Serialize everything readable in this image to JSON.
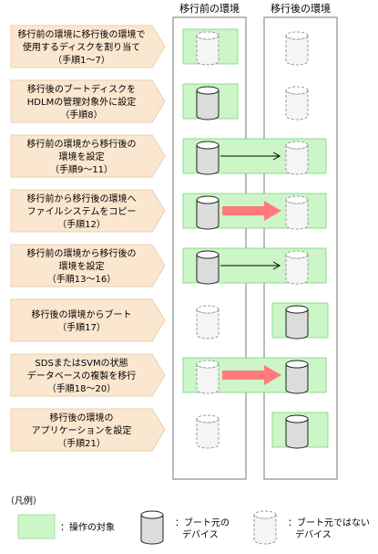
{
  "columns": {
    "before": "移行前の環境",
    "after": "移行後の環境"
  },
  "steps": [
    {
      "lines": [
        "移行前の環境に移行後の環境で",
        "使用するディスクを割り当て",
        "（手順1～7）"
      ],
      "before": {
        "highlight": true,
        "disk": "dashed"
      },
      "after": {
        "highlight": false,
        "disk": "dashed"
      },
      "arrow": "none"
    },
    {
      "lines": [
        "移行後のブートディスクを",
        "HDLMの管理対象外に設定",
        "（手順8）"
      ],
      "before": {
        "highlight": true,
        "disk": "solid"
      },
      "after": {
        "highlight": false,
        "disk": "dashed"
      },
      "arrow": "none"
    },
    {
      "lines": [
        "移行前の環境から移行後の",
        "環境を設定",
        "（手順9～11）"
      ],
      "before": {
        "highlight": true,
        "disk": "solid"
      },
      "after": {
        "highlight": true,
        "disk": "dashed"
      },
      "arrow": "line"
    },
    {
      "lines": [
        "移行前から移行後の環境へ",
        "ファイルシステムをコピー",
        "（手順12）"
      ],
      "before": {
        "highlight": true,
        "disk": "solid"
      },
      "after": {
        "highlight": true,
        "disk": "dashed"
      },
      "arrow": "bold"
    },
    {
      "lines": [
        "移行前の環境から移行後の",
        "環境を設定",
        "（手順13～16）"
      ],
      "before": {
        "highlight": true,
        "disk": "solid"
      },
      "after": {
        "highlight": true,
        "disk": "dashed"
      },
      "arrow": "line"
    },
    {
      "lines": [
        "移行後の環境からブート",
        "（手順17）"
      ],
      "before": {
        "highlight": false,
        "disk": "dashed"
      },
      "after": {
        "highlight": true,
        "disk": "solid"
      },
      "arrow": "none"
    },
    {
      "lines": [
        "SDSまたはSVMの状態",
        "データベースの複製を移行",
        "（手順18～20）"
      ],
      "before": {
        "highlight": true,
        "disk": "dashed"
      },
      "after": {
        "highlight": true,
        "disk": "solid"
      },
      "arrow": "bold"
    },
    {
      "lines": [
        "移行後の環境の",
        "アプリケーションを設定",
        "（手順21）"
      ],
      "before": {
        "highlight": false,
        "disk": "dashed"
      },
      "after": {
        "highlight": true,
        "disk": "solid"
      },
      "arrow": "none"
    }
  ],
  "legend": {
    "title": "（凡例）",
    "operation_target": "：操作の対象",
    "boot_source": [
      "：ブート元の",
      "デバイス"
    ],
    "not_boot_source": [
      "：ブート元ではない",
      "デバイス"
    ]
  },
  "colors": {
    "step_box": "#fbe7d0",
    "highlight": "#ccf5c8",
    "highlight_border": "#78d878",
    "bold_arrow": "#ff7b7b",
    "disk_solid": "#dcdcdc",
    "disk_dashed": "#f5f5f5"
  }
}
